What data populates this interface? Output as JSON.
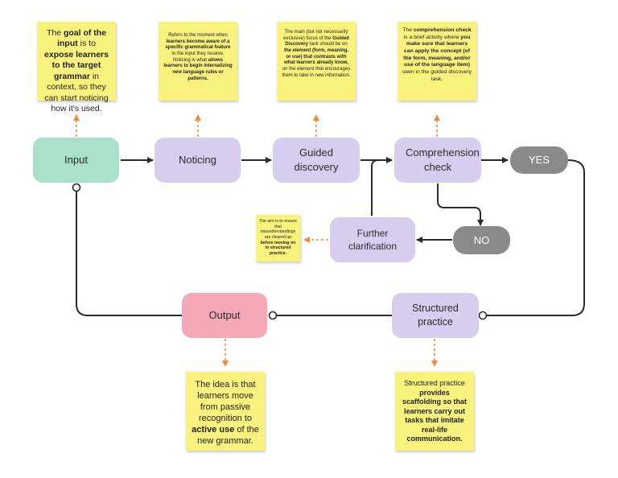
{
  "nodes": {
    "input": "Input",
    "noticing": "Noticing",
    "guided_discovery": "Guided discovery",
    "comprehension_check": "Comprehension check",
    "yes": "YES",
    "no": "NO",
    "further_clarification": "Further clarification",
    "output": "Output",
    "structured_practice": "Structured practice"
  },
  "notes": {
    "input": [
      "The ",
      "goal of the input",
      " is to ",
      "expose learners to the target grammar",
      " in context, so they can start noticing how it's used."
    ],
    "noticing": [
      "Refers to the moment when ",
      "learners become aware of a specific grammatical feature",
      " in the input they receive. Noticing is what ",
      "allows learners to begin internalizing new language rules or patterns."
    ],
    "guided_discovery": [
      "The main (but not necessarily exclusive) focus of the ",
      "Guided Discovery",
      " task should be on ",
      "the element (form, meaning, or use) that contrasts with what learners already know,",
      " on the element that encourages them to take in new information."
    ],
    "comprehension_check": [
      "The ",
      "comprehension check",
      " is a brief activity where ",
      "you make sure that learners can apply the concept (of the form, meaning, and/or use of the language item)",
      " seen in the guided discovery task."
    ],
    "further_clarification": [
      "The aim is to ensure that misunderstandings are cleared up ",
      "before moving on to structured practice."
    ],
    "output": [
      "The idea is that learners move from passive recognition to ",
      "active use",
      " of the new grammar."
    ],
    "structured_practice": [
      "Structured practice ",
      "provides scaffolding so that learners carry out tasks that imitate real-life communication."
    ]
  },
  "colors": {
    "input": "#a8e0c9",
    "purple_step": "#d7cdef",
    "output": "#f5a8b8",
    "decision": "#8a8a8a",
    "sticky_note": "#f9f27d",
    "dashed_arrow": "#f08a3c",
    "connector": "#2b2b2b"
  }
}
